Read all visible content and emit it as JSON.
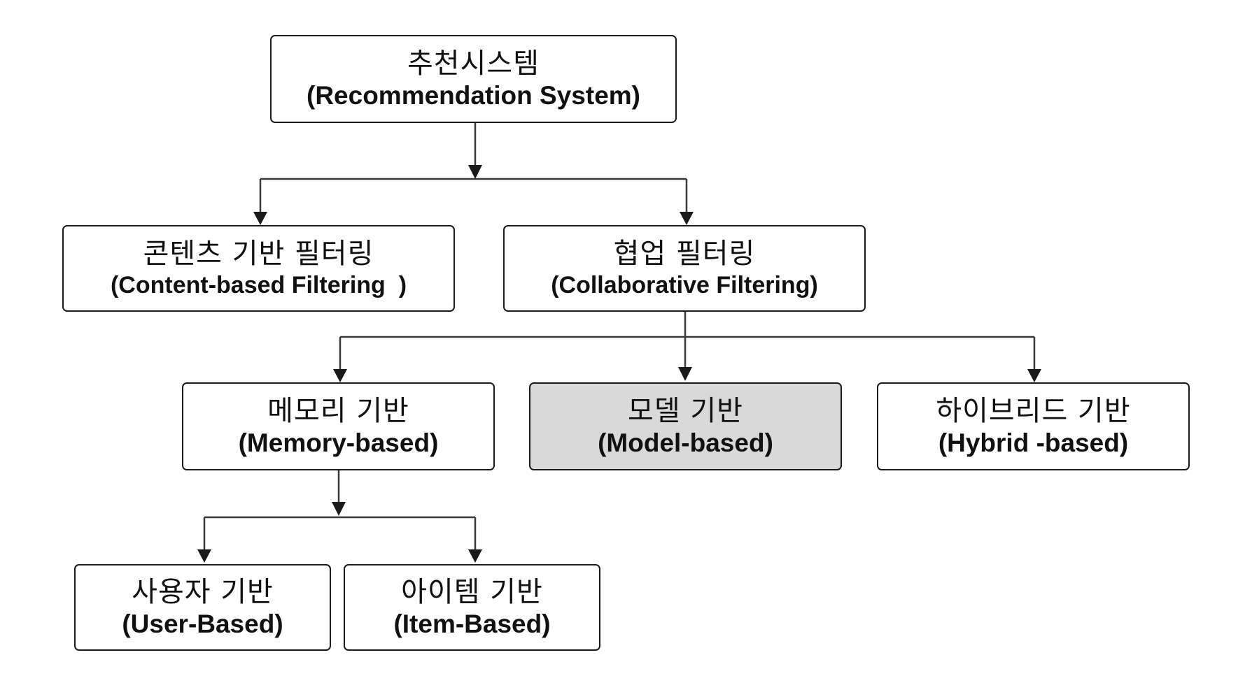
{
  "diagram": {
    "root": {
      "ko": "추천시스템",
      "en": "(Recommendation System)"
    },
    "content_based": {
      "ko": "콘텐츠 기반 필터링",
      "en": "(Content-based Filtering  )"
    },
    "collaborative": {
      "ko": "협업 필터링",
      "en": "(Collaborative Filtering)"
    },
    "memory_based": {
      "ko": "메모리 기반",
      "en": "(Memory-based)"
    },
    "model_based": {
      "ko": "모델 기반",
      "en": "(Model-based)"
    },
    "hybrid_based": {
      "ko": "하이브리드 기반",
      "en": "(Hybrid -based)"
    },
    "user_based": {
      "ko": "사용자 기반",
      "en": "(User-Based)"
    },
    "item_based": {
      "ko": "아이템 기반",
      "en": "(Item-Based)"
    }
  },
  "colors": {
    "stroke": "#1a1a1a",
    "highlight_fill": "#d9d9d9",
    "default_fill": "#ffffff"
  }
}
